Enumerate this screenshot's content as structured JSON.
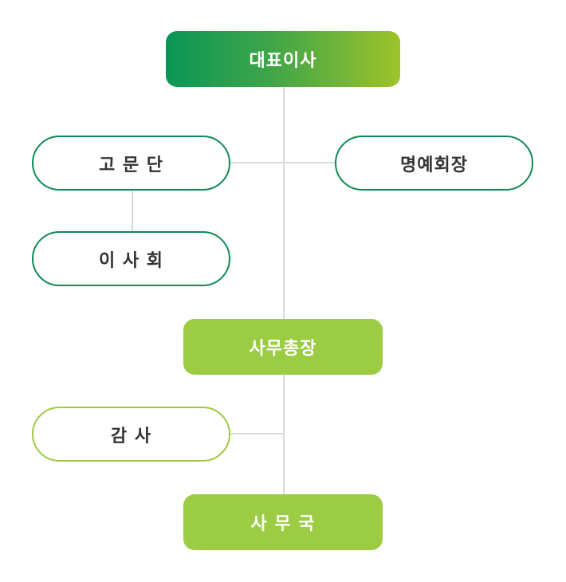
{
  "org_chart": {
    "ceo": "대표이사",
    "advisory_board": "고 문 단",
    "honorary_chairman": "명예회장",
    "board_of_directors": "이 사 회",
    "secretary_general": "사무총장",
    "audit": "감 사",
    "secretariat": "사 무 국"
  },
  "colors": {
    "gradient_start": "#0a9657",
    "gradient_end": "#9ec32a",
    "dark_green_border": "#0e8a55",
    "light_green": "#9ccb44",
    "connector": "#d9d9d9"
  }
}
